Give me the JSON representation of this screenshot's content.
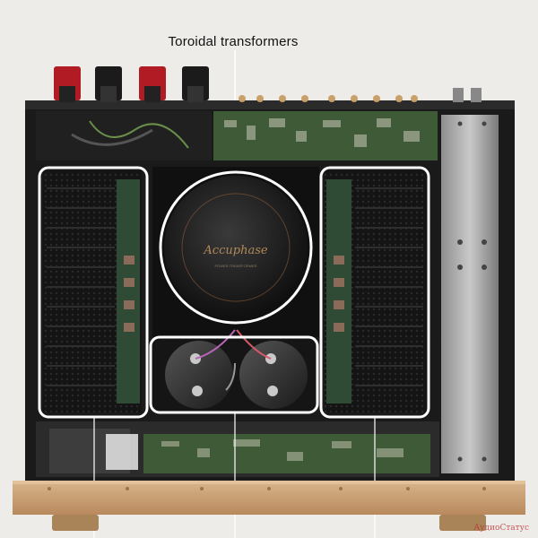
{
  "caption": "Toroidal transformers",
  "transformer_brand": "Accuphase",
  "transformer_label": "POWER TRANSFORMER",
  "watermark": "АудиоСтатус",
  "colors": {
    "background": "#eeece9",
    "chassis": "#1a1a1a",
    "gold_panel": "#caa277",
    "highlight": "#ffffff",
    "pcb": "#3f5a36",
    "heatsink": "#111111"
  }
}
